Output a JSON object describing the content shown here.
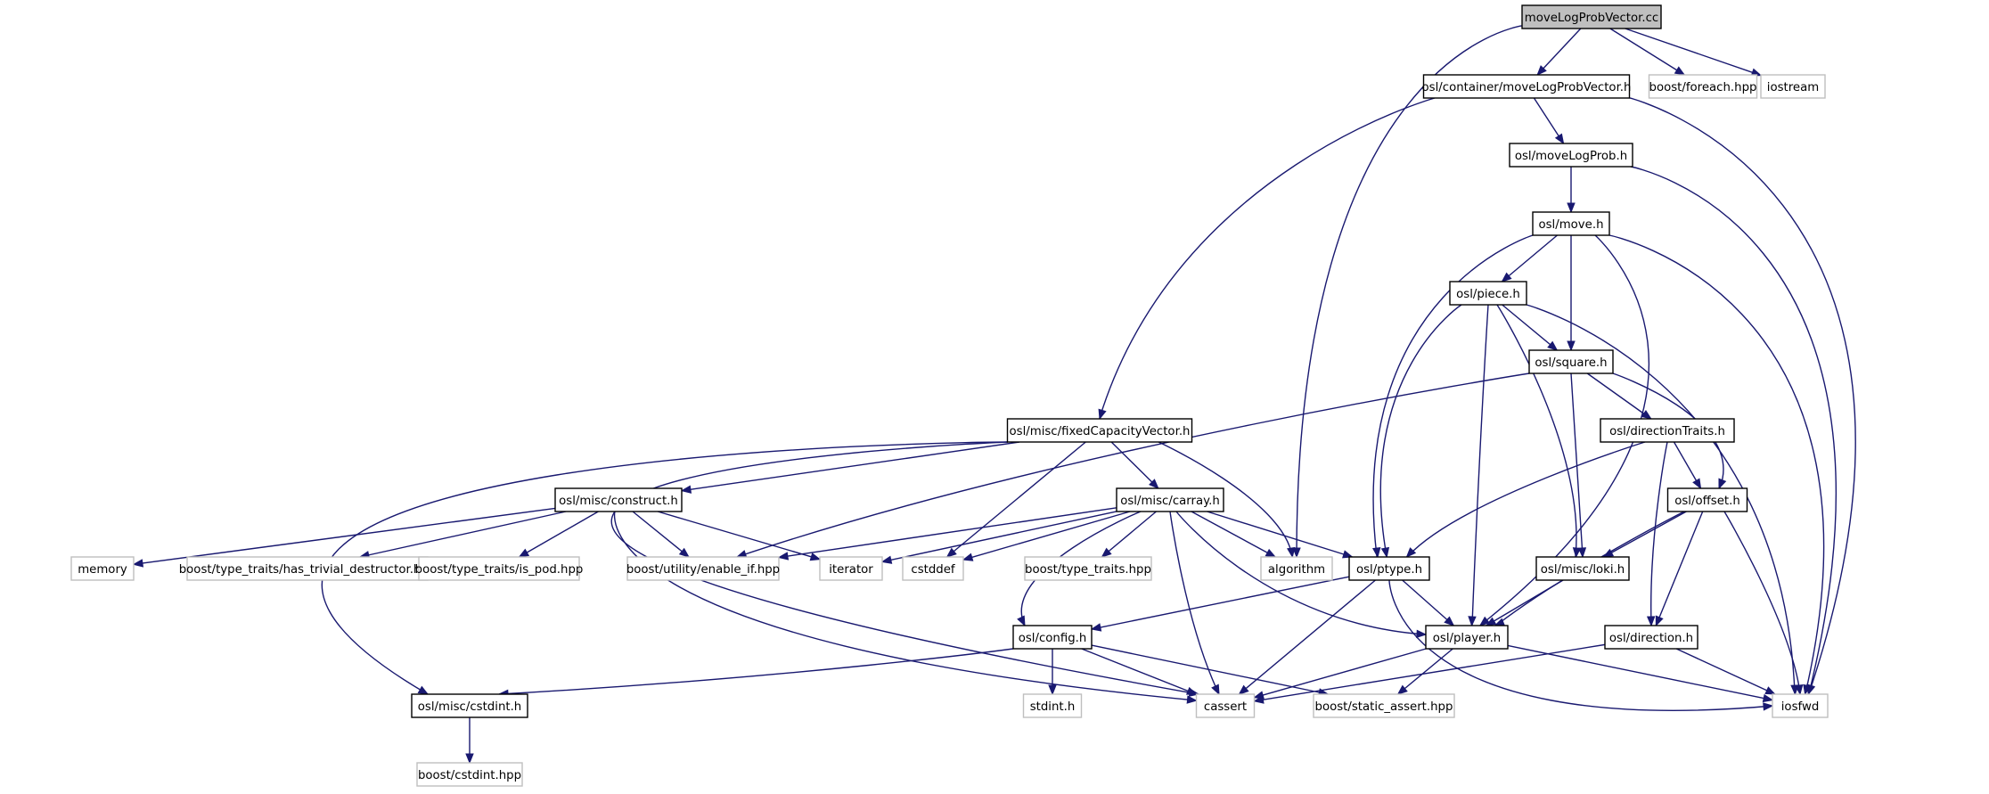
{
  "nodes": [
    {
      "id": "root",
      "label": "moveLogProbVector.cc",
      "kind": "root"
    },
    {
      "id": "cont",
      "label": "osl/container/moveLogProbVector.h",
      "kind": "local"
    },
    {
      "id": "foreach",
      "label": "boost/foreach.hpp",
      "kind": "external"
    },
    {
      "id": "iostream",
      "label": "iostream",
      "kind": "external"
    },
    {
      "id": "mlp",
      "label": "osl/moveLogProb.h",
      "kind": "local"
    },
    {
      "id": "move",
      "label": "osl/move.h",
      "kind": "local"
    },
    {
      "id": "piece",
      "label": "osl/piece.h",
      "kind": "local"
    },
    {
      "id": "square",
      "label": "osl/square.h",
      "kind": "local"
    },
    {
      "id": "fcv",
      "label": "osl/misc/fixedCapacityVector.h",
      "kind": "local"
    },
    {
      "id": "dirtraits",
      "label": "osl/directionTraits.h",
      "kind": "local"
    },
    {
      "id": "construct",
      "label": "osl/misc/construct.h",
      "kind": "local"
    },
    {
      "id": "carray",
      "label": "osl/misc/carray.h",
      "kind": "local"
    },
    {
      "id": "offset",
      "label": "osl/offset.h",
      "kind": "local"
    },
    {
      "id": "memory",
      "label": "memory",
      "kind": "external"
    },
    {
      "id": "htd",
      "label": "boost/type_traits/has_trivial_destructor.hpp",
      "kind": "external"
    },
    {
      "id": "ispod",
      "label": "boost/type_traits/is_pod.hpp",
      "kind": "external"
    },
    {
      "id": "enableif",
      "label": "boost/utility/enable_if.hpp",
      "kind": "external"
    },
    {
      "id": "iterator",
      "label": "iterator",
      "kind": "external"
    },
    {
      "id": "cstddef",
      "label": "cstddef",
      "kind": "external"
    },
    {
      "id": "typetraits",
      "label": "boost/type_traits.hpp",
      "kind": "external"
    },
    {
      "id": "algorithm",
      "label": "algorithm",
      "kind": "external"
    },
    {
      "id": "ptype",
      "label": "osl/ptype.h",
      "kind": "local"
    },
    {
      "id": "loki",
      "label": "osl/misc/loki.h",
      "kind": "local"
    },
    {
      "id": "config",
      "label": "osl/config.h",
      "kind": "local"
    },
    {
      "id": "player",
      "label": "osl/player.h",
      "kind": "local"
    },
    {
      "id": "direction",
      "label": "osl/direction.h",
      "kind": "local"
    },
    {
      "id": "cstdinth",
      "label": "osl/misc/cstdint.h",
      "kind": "local"
    },
    {
      "id": "stdint",
      "label": "stdint.h",
      "kind": "external"
    },
    {
      "id": "cassert",
      "label": "cassert",
      "kind": "external"
    },
    {
      "id": "staticassert",
      "label": "boost/static_assert.hpp",
      "kind": "external"
    },
    {
      "id": "iosfwd",
      "label": "iosfwd",
      "kind": "external"
    },
    {
      "id": "bcstdint",
      "label": "boost/cstdint.hpp",
      "kind": "external"
    }
  ],
  "edges": [
    [
      "root",
      "cont"
    ],
    [
      "root",
      "foreach"
    ],
    [
      "root",
      "iostream"
    ],
    [
      "root",
      "algorithm"
    ],
    [
      "cont",
      "mlp"
    ],
    [
      "cont",
      "fcv"
    ],
    [
      "cont",
      "iosfwd"
    ],
    [
      "mlp",
      "move"
    ],
    [
      "mlp",
      "iosfwd"
    ],
    [
      "move",
      "piece"
    ],
    [
      "move",
      "square"
    ],
    [
      "move",
      "ptype"
    ],
    [
      "move",
      "player"
    ],
    [
      "move",
      "iosfwd"
    ],
    [
      "piece",
      "square"
    ],
    [
      "piece",
      "ptype"
    ],
    [
      "piece",
      "loki"
    ],
    [
      "piece",
      "player"
    ],
    [
      "piece",
      "iosfwd"
    ],
    [
      "square",
      "dirtraits"
    ],
    [
      "square",
      "offset"
    ],
    [
      "square",
      "loki"
    ],
    [
      "square",
      "enableif"
    ],
    [
      "dirtraits",
      "offset"
    ],
    [
      "dirtraits",
      "direction"
    ],
    [
      "dirtraits",
      "ptype"
    ],
    [
      "offset",
      "loki"
    ],
    [
      "offset",
      "player"
    ],
    [
      "offset",
      "direction"
    ],
    [
      "offset",
      "iosfwd"
    ],
    [
      "fcv",
      "construct"
    ],
    [
      "fcv",
      "carray"
    ],
    [
      "fcv",
      "cstddef"
    ],
    [
      "fcv",
      "algorithm"
    ],
    [
      "fcv",
      "cassert"
    ],
    [
      "fcv",
      "cstdinth"
    ],
    [
      "construct",
      "memory"
    ],
    [
      "construct",
      "htd"
    ],
    [
      "construct",
      "ispod"
    ],
    [
      "construct",
      "enableif"
    ],
    [
      "construct",
      "iterator"
    ],
    [
      "construct",
      "cassert"
    ],
    [
      "carray",
      "enableif"
    ],
    [
      "carray",
      "iterator"
    ],
    [
      "carray",
      "cstddef"
    ],
    [
      "carray",
      "typetraits"
    ],
    [
      "carray",
      "algorithm"
    ],
    [
      "carray",
      "ptype"
    ],
    [
      "carray",
      "config"
    ],
    [
      "carray",
      "cassert"
    ],
    [
      "carray",
      "player"
    ],
    [
      "ptype",
      "config"
    ],
    [
      "ptype",
      "player"
    ],
    [
      "ptype",
      "cassert"
    ],
    [
      "ptype",
      "iosfwd"
    ],
    [
      "loki",
      "player"
    ],
    [
      "config",
      "cstdinth"
    ],
    [
      "config",
      "stdint"
    ],
    [
      "config",
      "cassert"
    ],
    [
      "config",
      "staticassert"
    ],
    [
      "player",
      "cassert"
    ],
    [
      "player",
      "staticassert"
    ],
    [
      "player",
      "iosfwd"
    ],
    [
      "direction",
      "cassert"
    ],
    [
      "direction",
      "iosfwd"
    ],
    [
      "cstdinth",
      "bcstdint"
    ]
  ]
}
